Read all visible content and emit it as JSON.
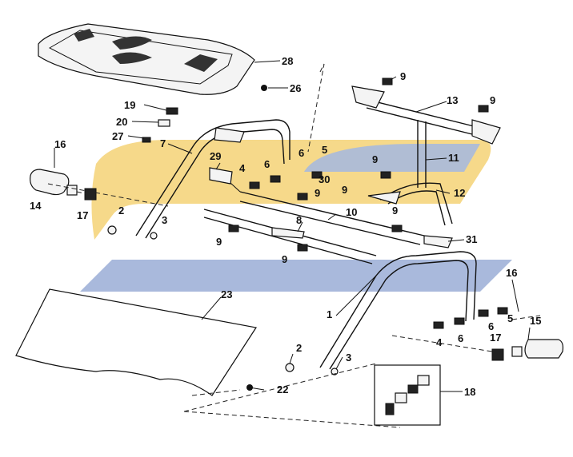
{
  "watermark": {
    "color_yellow": "#F6D98A",
    "color_blue": "#A9B9DC"
  },
  "labels": {
    "l28": "28",
    "l26": "26",
    "l19": "19",
    "l20": "20",
    "l27": "27",
    "l16a": "16",
    "l7": "7",
    "l29": "29",
    "l4a": "4",
    "l6a": "6",
    "l5a": "5",
    "l14": "14",
    "l17a": "17",
    "l2a": "2",
    "l3a": "3",
    "l9a": "9",
    "l8": "8",
    "l9b": "9",
    "l10": "10",
    "l30": "30",
    "l9c": "9",
    "l9d": "9",
    "l9e": "9",
    "l9f": "9",
    "l9g": "9",
    "l9h": "9",
    "l13": "13",
    "l11": "11",
    "l12": "12",
    "l31": "31",
    "l23": "23",
    "l1": "1",
    "l16b": "16",
    "l15": "15",
    "l5b": "5",
    "l6b": "6",
    "l6c": "6",
    "l4b": "4",
    "l17b": "17",
    "l2b": "2",
    "l3b": "3",
    "l22": "22",
    "l18": "18"
  }
}
